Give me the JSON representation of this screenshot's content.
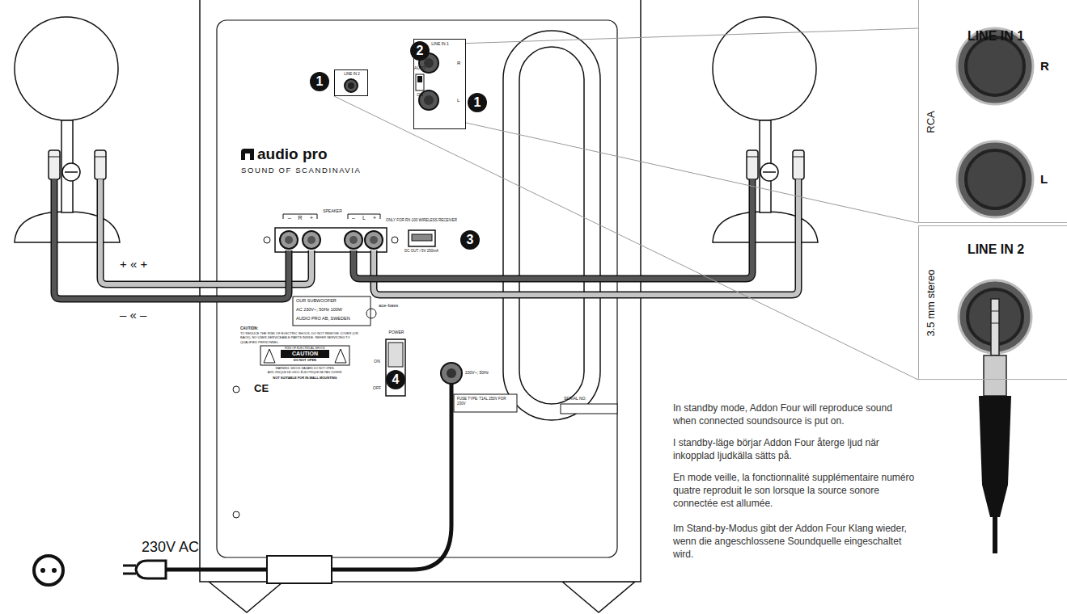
{
  "diagram": {
    "nodes": [
      {
        "text": [
          "LINE IN 2"
        ]
      },
      {
        "text": [
          "LINE IN 1",
          "R",
          "L"
        ]
      },
      {
        "text": [
          "LINE IN 1",
          "R",
          "L",
          "RCA"
        ]
      },
      {
        "text": [
          "LINE IN 2",
          "3.5 mm stereo"
        ]
      }
    ],
    "edges": [
      {
        "from": 1,
        "to": 2,
        "arrow": "none"
      },
      {
        "from": 0,
        "to": 3,
        "arrow": "none"
      }
    ],
    "labels": [
      "1",
      "2",
      "AUTO",
      "ON",
      "1",
      "audio pro",
      "SOUND OF SCANDINAVIA",
      "SPEAKER",
      "–",
      "R",
      "+",
      "–",
      "L",
      "+",
      "ONLY FOR RX-100 WIRELESS RECEIVER",
      "DC OUT / 5V 250mA",
      "3",
      "+ « +",
      "– « –",
      "OUR SUBWOOFER",
      "AC 230V~; 50Hz 100W",
      "AUDIO PRO AB, SWEDEN",
      "ace-bass",
      "CAUTION:",
      "TO REDUCE THE RISK OF ELECTRIC SHOCK, DO NOT REMOVE COVER (OR BACK). NO USER-SERVICEABLE PARTS INSIDE. REFER SERVICING TO QUALIFIED PERSONNEL.",
      "RISK OF ELECTRICAL SHOCK",
      "CAUTION",
      "DO NOT OPEN",
      "WARNING: SHOCK HAZARD DO NOT OPEN.",
      "AVIS: RISQUE DE CHOC ÉLECTRIQUE NE PAS OUVRIR.",
      "NOT SUITABLE FOR IN-WALL MOUNTING",
      "CE",
      "POWER",
      "ON",
      "OFF",
      "4",
      "230V~; 50Hz",
      "FUSE TYPE: T1AL 250V FOR 230V",
      "SERIAL NO:",
      "230V AC",
      "In standby mode, Addon Four will reproduce sound when connected soundsource is put on.",
      "I standby-läge börjar Addon Four återge ljud när inkopplad ljudkälla sätts på.",
      "En mode veille, la fonctionnalité supplémentaire numéro quatre reproduit le son lorsque la source sonore connectée est allumée.",
      "Im Stand-by-Modus gibt der Addon Four Klang wieder, wenn die angeschlossene Soundquelle eingeschaltet wird."
    ]
  }
}
